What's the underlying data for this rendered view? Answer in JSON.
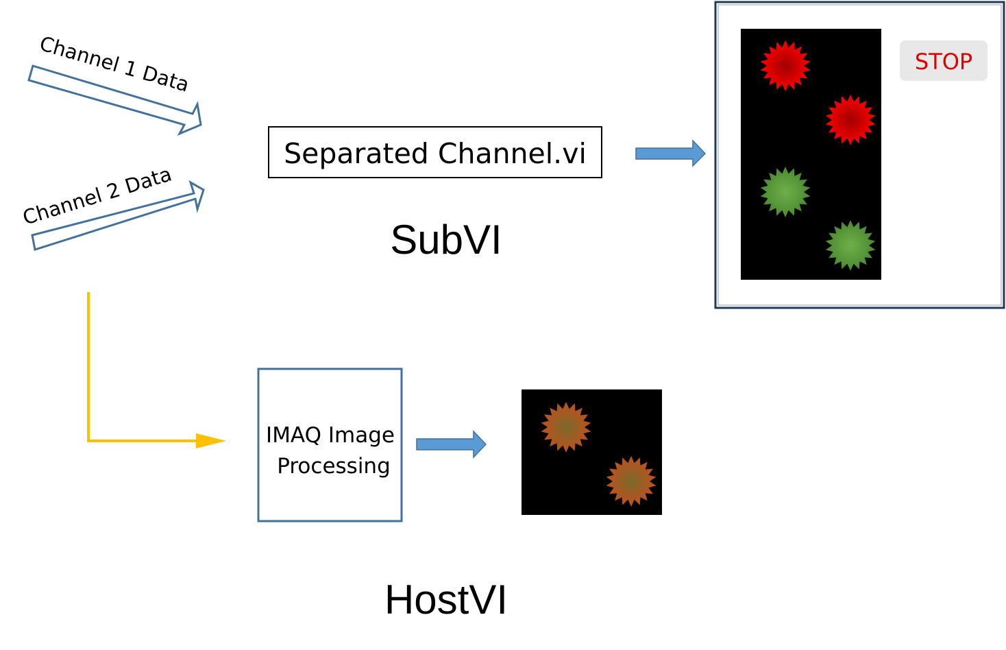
{
  "inputs": {
    "channel1_label": "Channel 1 Data",
    "channel2_label": "Channel 2 Data"
  },
  "subvi": {
    "block_label": "Separated Channel.vi",
    "section_label": "SubVI",
    "panel": {
      "stop_button_label": "STOP",
      "image_background": "#000000",
      "marker_colors": [
        "red",
        "red",
        "green",
        "green"
      ]
    }
  },
  "hostvi": {
    "block_label_line1": "IMAQ Image",
    "block_label_line2": "Processing",
    "section_label": "HostVI",
    "image_background": "#000000",
    "marker_colors": [
      "brown",
      "brown"
    ]
  },
  "colors": {
    "outline_arrow": "#41719c",
    "flow_arrow": "#5b9bd5",
    "hostvi_wire": "#ffc000",
    "stop_text": "#e00000",
    "stop_bg": "#e8e8e8",
    "red_marker": "#ff0000",
    "green_marker": "#5d9c3e",
    "brown_marker": "#a0522d"
  }
}
